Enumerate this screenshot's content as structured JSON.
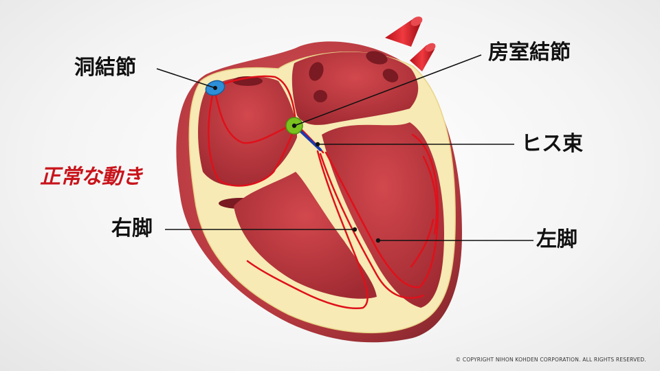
{
  "labels": {
    "sa_node": "洞結節",
    "av_node": "房室結節",
    "his_bundle": "ヒス束",
    "right_bundle": "右脚",
    "left_bundle": "左脚"
  },
  "caption": "正常な動き",
  "copyright": "© COPYRIGHT NIHON KOHDEN CORPORATION. ALL RIGHTS RESERVED.",
  "colors": {
    "muscle": "#c43a3e",
    "chamber": "#b8333a",
    "septum": "#f7eab4",
    "conduction": "#e0101a",
    "sa_node": "#2d8fd8",
    "av_node": "#7ac21f",
    "his": "#1a3bb0",
    "caption": "#c8141b"
  }
}
